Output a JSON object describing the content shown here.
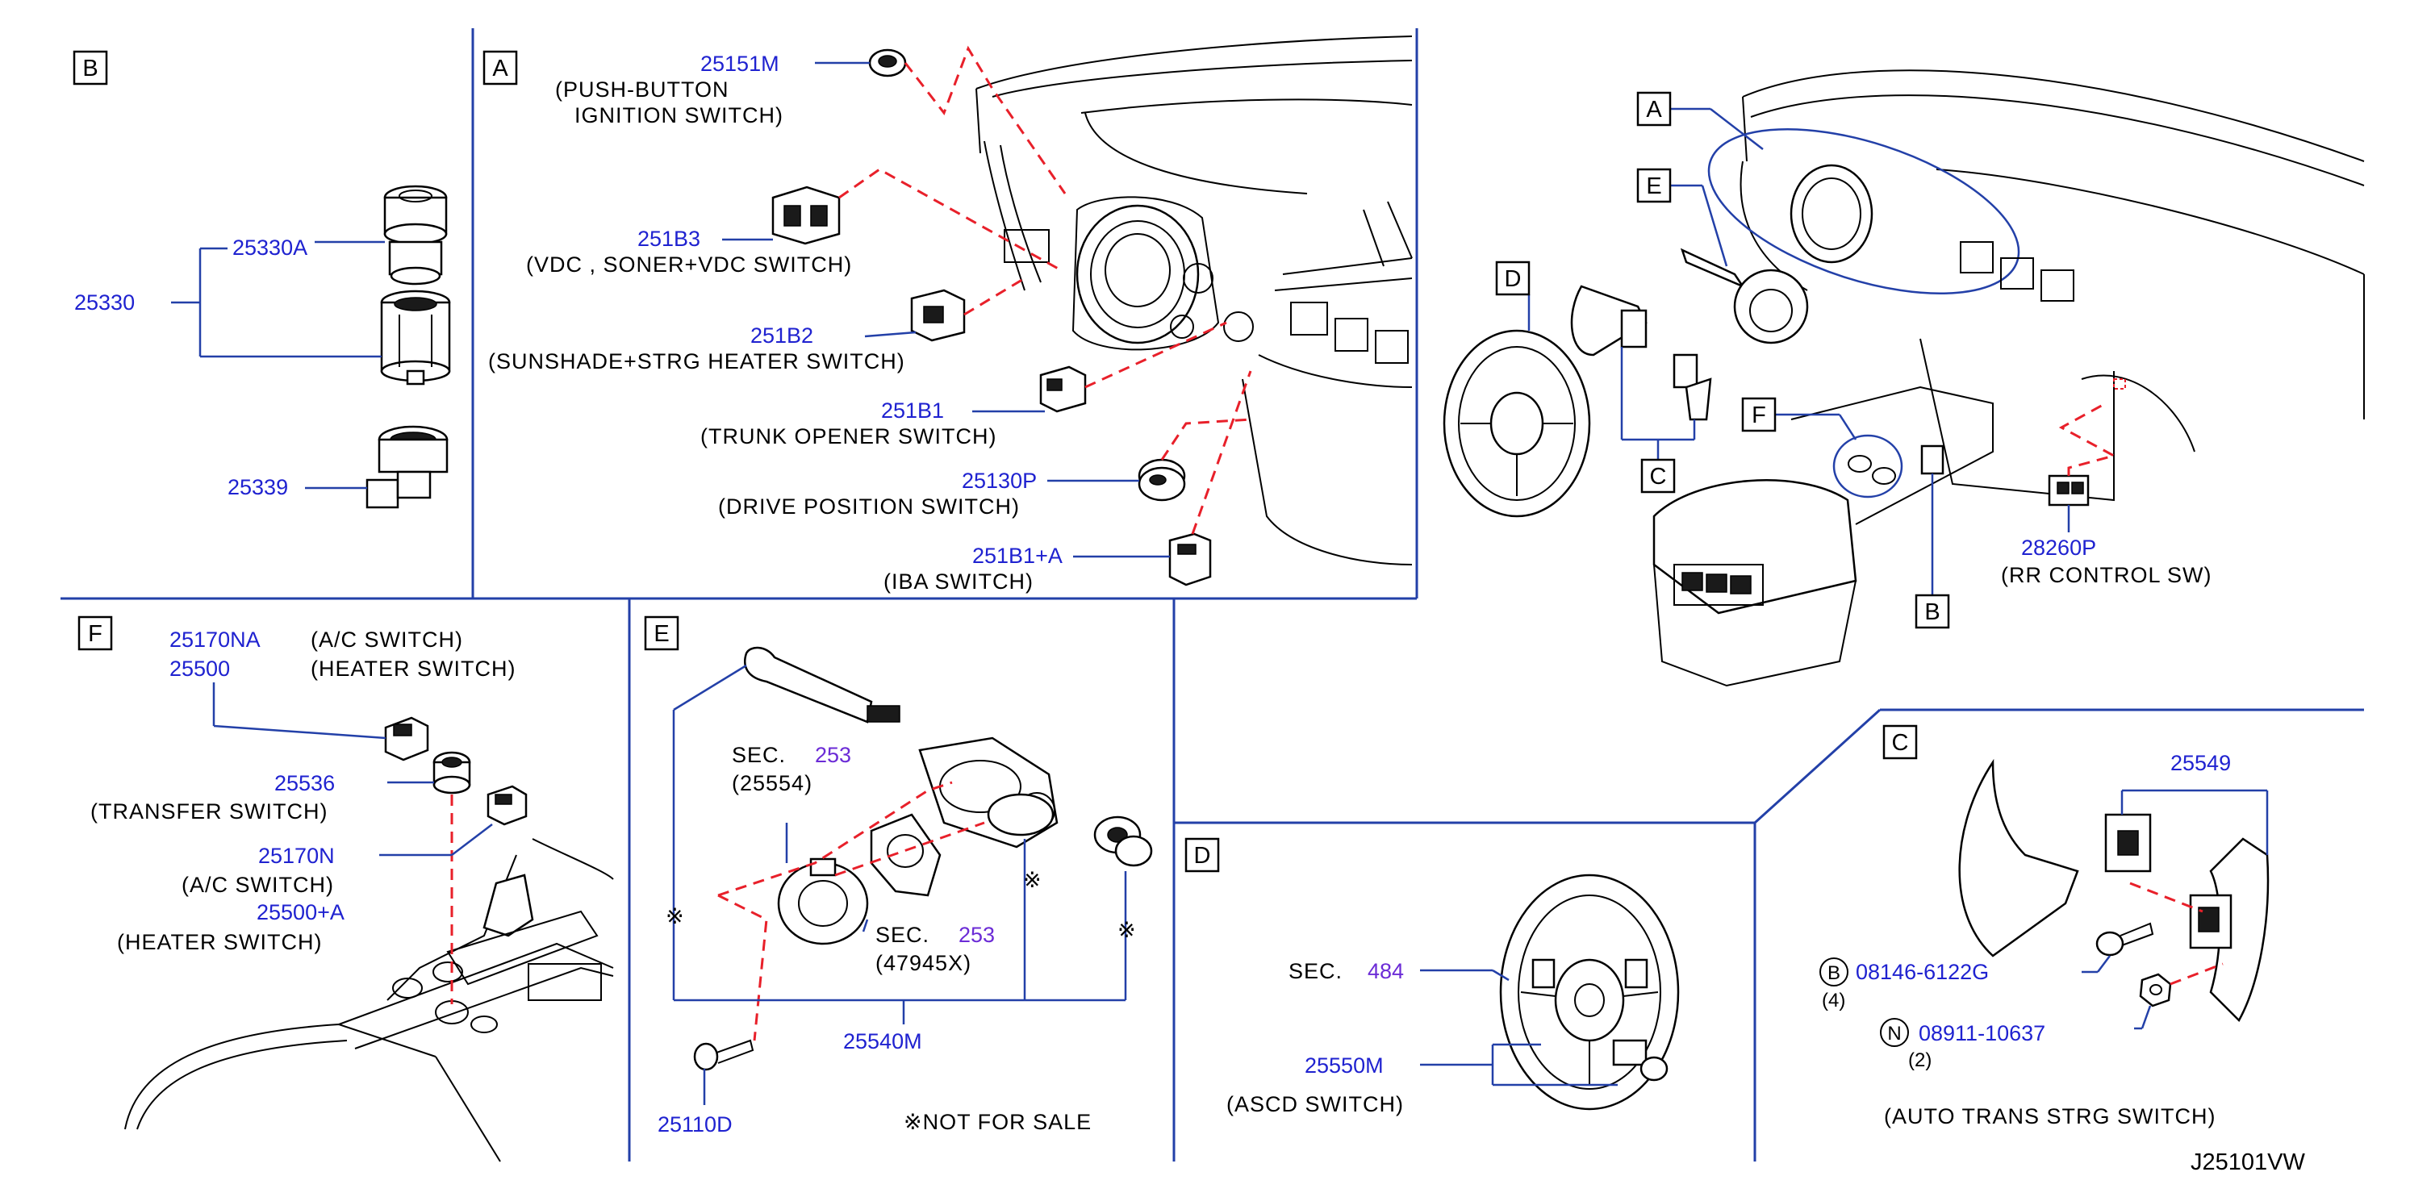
{
  "sections": {
    "A": "A",
    "B": "B",
    "C": "C",
    "D": "D",
    "E": "E",
    "F": "F"
  },
  "overview_labels": {
    "A": "A",
    "E": "E",
    "D": "D",
    "C": "C",
    "F": "F",
    "B": "B"
  },
  "section_b": {
    "p_25330A": "25330A",
    "p_25330": "25330",
    "p_25339": "25339"
  },
  "section_a": {
    "p_25151M": "25151M",
    "t_pushbutton_1": "(PUSH-BUTTON",
    "t_pushbutton_2": "IGNITION SWITCH)",
    "p_251B3": "251B3",
    "t_vdc": "(VDC , SONER+VDC SWITCH)",
    "p_251B2": "251B2",
    "t_sunshade": "(SUNSHADE+STRG HEATER SWITCH)",
    "p_251B1": "251B1",
    "t_trunk": "(TRUNK OPENER SWITCH)",
    "p_25130P": "25130P",
    "t_drive": "(DRIVE POSITION SWITCH)",
    "p_251B1A": "251B1+A",
    "t_iba": "(IBA SWITCH)"
  },
  "overview": {
    "p_28260P": "28260P",
    "t_rr": "(RR CONTROL SW)"
  },
  "section_f": {
    "p_25170NA": "25170NA",
    "p_25500": "25500",
    "t_ac1": "(A/C SWITCH)",
    "t_heater1": "(HEATER SWITCH)",
    "p_25536": "25536",
    "t_transfer": "(TRANSFER SWITCH)",
    "p_25170N": "25170N",
    "t_ac2": "(A/C SWITCH)",
    "p_25500A": "25500+A",
    "t_heater2": "(HEATER SWITCH)"
  },
  "section_e": {
    "sec1_label": "SEC.",
    "sec1_num": "253",
    "sec1_ref": "(25554)",
    "sec2_label": "SEC.",
    "sec2_num": "253",
    "sec2_ref": "(47945X)",
    "mark": "※",
    "p_25540M": "25540M",
    "p_25110D": "25110D",
    "t_notforsale": "※NOT FOR SALE"
  },
  "section_d": {
    "sec_label": "SEC.",
    "sec_num": "484",
    "p_25550M": "25550M",
    "t_ascd": "(ASCD SWITCH)"
  },
  "section_c": {
    "p_25549": "25549",
    "circle_b": "B",
    "p_08146": "08146-6122G",
    "q_08146": "(4)",
    "circle_n": "N",
    "p_08911": "08911-10637",
    "q_08911": "(2)",
    "t_auto": "(AUTO TRANS STRG SWITCH)"
  },
  "diagram_code": "J25101VW",
  "colors": {
    "part_number": "#1f22d0",
    "section_ref": "#6b2bd6",
    "divider": "#2340a8",
    "dash": "#e8202a",
    "outline": "#000000"
  }
}
